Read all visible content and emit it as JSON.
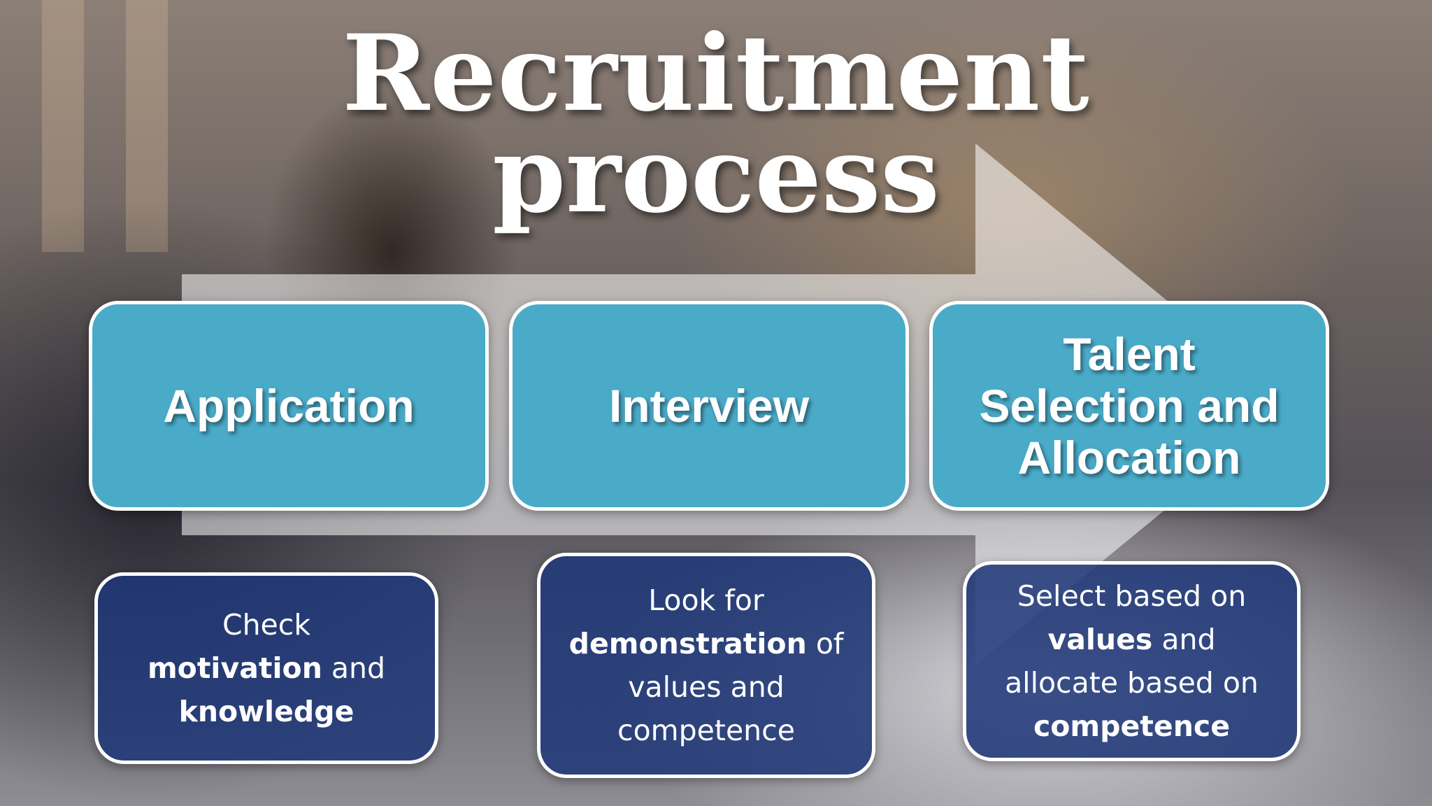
{
  "title": {
    "line1": "Recruitment",
    "line2": "process"
  },
  "steps": [
    {
      "label": "Application"
    },
    {
      "label": "Interview"
    },
    {
      "label_lines": [
        "Talent",
        "Selection and",
        "Allocation"
      ]
    }
  ],
  "descriptions": [
    {
      "l1": "Check",
      "l2_bold": "motivation",
      "l2_rest": " and",
      "l3_bold": "knowledge"
    },
    {
      "l1": "Look for",
      "l2_bold": "demonstration",
      "l2_rest": " of",
      "l3": "values and",
      "l4": "competence"
    },
    {
      "l1": "Select based on",
      "l2_bold": "values",
      "l2_rest": " and",
      "l3": "allocate based on",
      "l4_bold": "competence"
    }
  ],
  "colors": {
    "step_box": "#4aabc9",
    "description_box": "#1e3778",
    "arrow": "#ffffff"
  }
}
